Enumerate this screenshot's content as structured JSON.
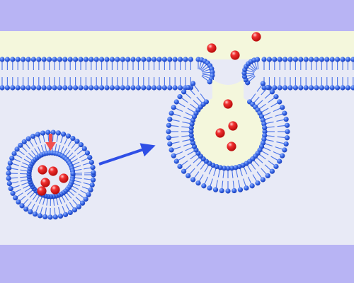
{
  "colors": {
    "frame": "#b8b4f4",
    "cytoplasm": "#e8eaf6",
    "extracellular": "#f4f7dc",
    "head": "#2f5fe0",
    "head_light": "#7fa0ff",
    "tail": "#4a73e8",
    "molecule": "#e01818",
    "molecule_light": "#ffb0b0",
    "arrow": "#2f4fe6",
    "marker": "#f05050"
  },
  "diagram": {
    "type": "exocytosis",
    "elements": [
      "plasma-membrane",
      "transport-vesicle",
      "fusing-vesicle",
      "released-molecules",
      "transition-arrow",
      "fusion-marker"
    ]
  }
}
